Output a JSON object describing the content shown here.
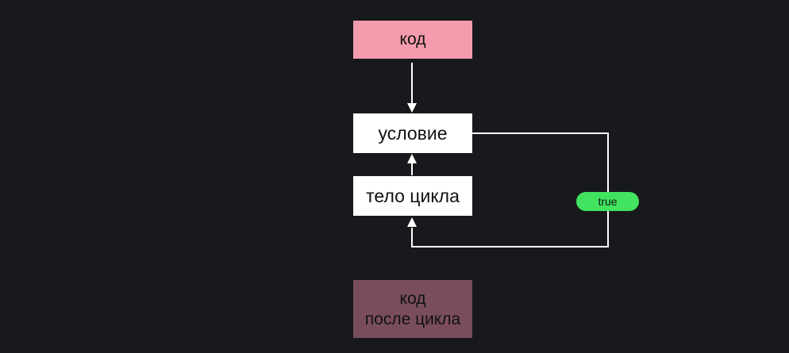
{
  "diagram": {
    "nodes": {
      "code": "код",
      "condition": "условие",
      "loop_body": "тело цикла",
      "after_loop_line1": "код",
      "after_loop_line2": "после цикла"
    },
    "edge_label_true": "true"
  },
  "colors": {
    "background": "#18191c",
    "code_box": "#f49cad",
    "after_loop_box": "#794e5a",
    "true_badge": "#41e35f",
    "connector": "#ffffff"
  }
}
